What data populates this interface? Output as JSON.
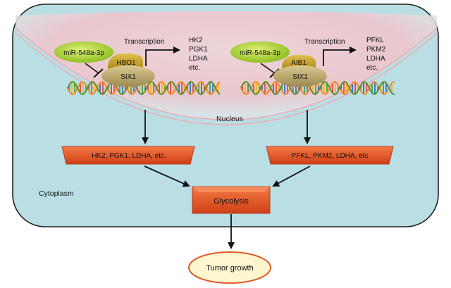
{
  "compartments": {
    "nucleus": "Nucleus",
    "cytoplasm": "Cytoplasm"
  },
  "left_complex": {
    "mirna": "miR-548a-3p",
    "coactivator": "HBO1",
    "factor": "SIX1",
    "transcription": "Transcription",
    "targets": [
      "HK2",
      "PGK1",
      "LDHA",
      "etc."
    ]
  },
  "right_complex": {
    "mirna": "miR-548a-3p",
    "coactivator": "AIB1",
    "factor": "SIX1",
    "transcription": "Transcription",
    "targets": [
      "PFKL",
      "PKM2",
      "LDHA",
      "etc."
    ]
  },
  "pathway": {
    "left_enzymes": "HK2, PGK1, LDHA, etc.",
    "right_enzymes": "PFKL, PKM2, LDHA, etc",
    "process": "Glycolysis",
    "outcome": "Tumor growth"
  },
  "colors": {
    "cell_fill": "#b9dfe4",
    "nucleus_pink": "#f3c9cf",
    "mirna_green": "#a3cc2c",
    "coactivator_gold": "#c7a12a",
    "factor_tan": "#bfac72",
    "enzyme_orange": "#e5542a",
    "outcome_fill": "#fdf6cf",
    "outcome_stroke": "#e25a2a"
  }
}
